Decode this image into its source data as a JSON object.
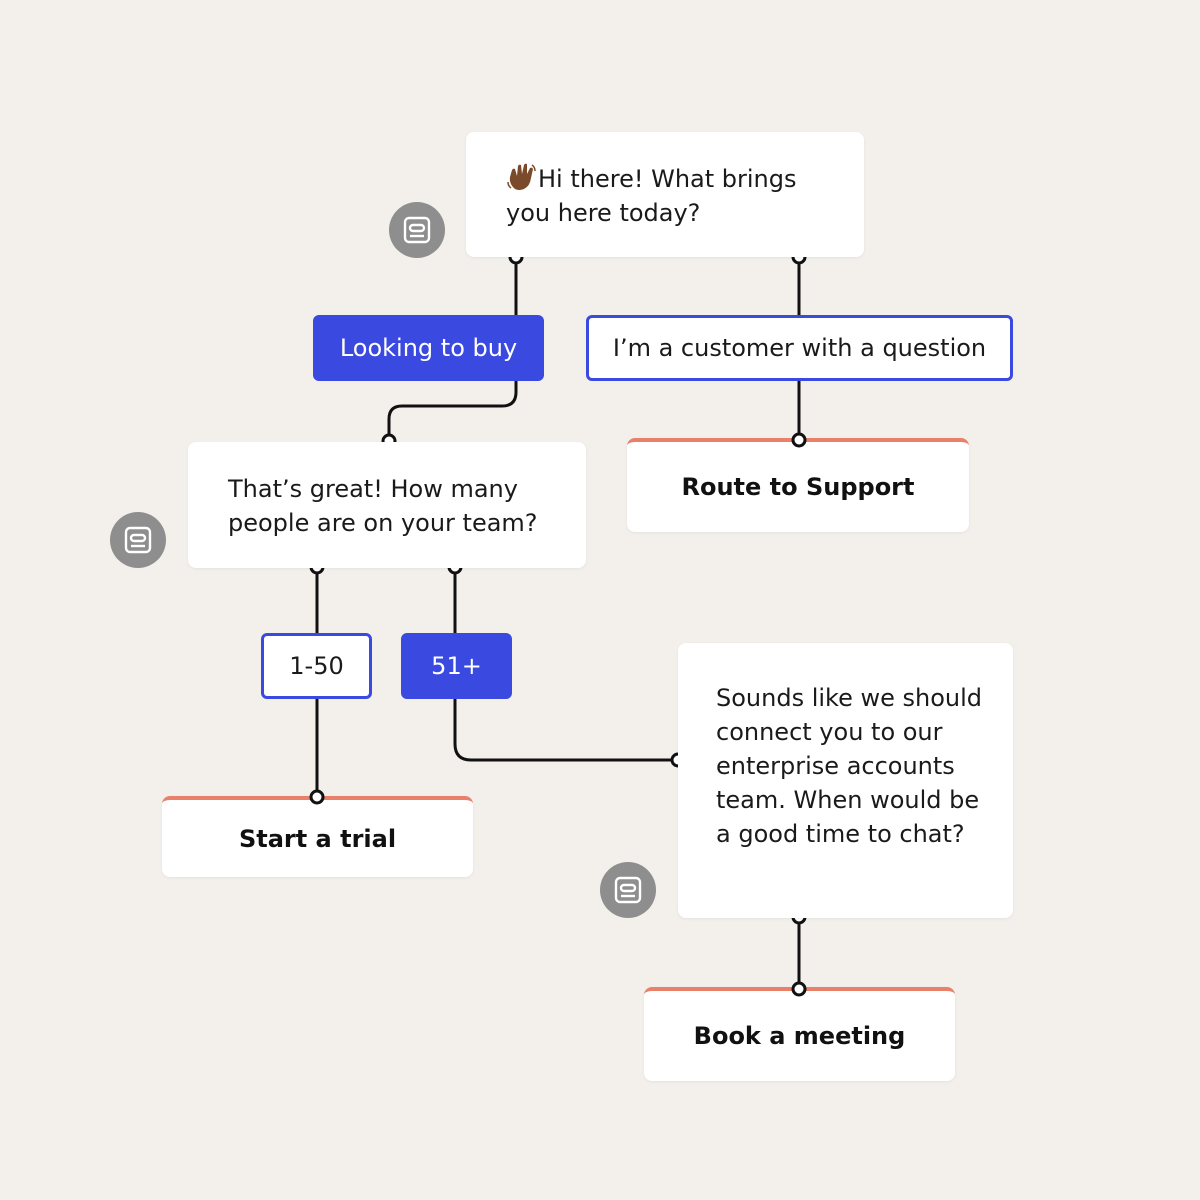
{
  "messages": {
    "greeting": "Hi there! What brings you here today?",
    "team_size_question": "That’s great! How many people are on your team?",
    "enterprise": "Sounds like we should connect you to our enterprise accounts team. When would be a good time to chat?"
  },
  "choices": {
    "looking_to_buy": "Looking to buy",
    "customer_question": "I’m a customer with a question",
    "size_small": "1-50",
    "size_large": "51+"
  },
  "actions": {
    "route_support": "Route to Support",
    "start_trial": "Start a trial",
    "book_meeting": "Book a meeting"
  },
  "icons": {
    "greeting_emoji": "waving-hand-icon",
    "bot": "bot-icon"
  },
  "colors": {
    "background": "#f3f0ec",
    "accent_blue": "#3a49e0",
    "action_accent": "#e8806a",
    "avatar_gray": "#8e8e8e",
    "connector": "#111111"
  }
}
